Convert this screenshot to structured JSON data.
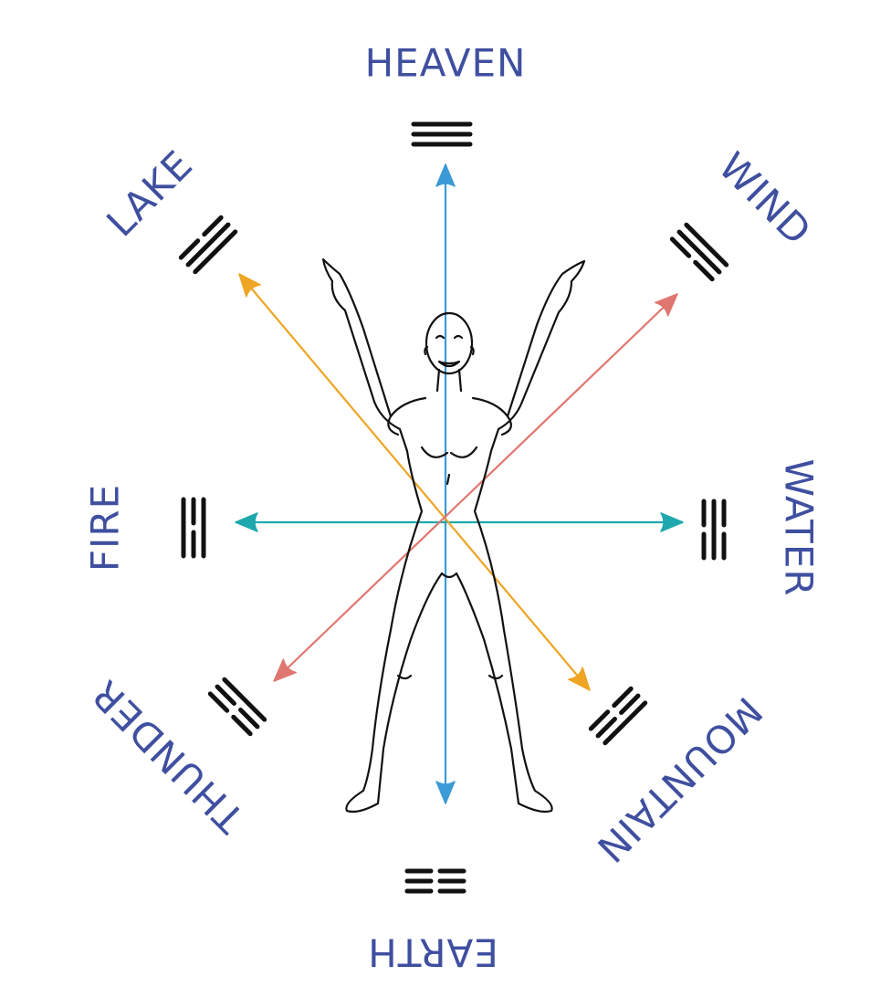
{
  "colors": {
    "label": "#3f4fa0",
    "trigram": "#111111",
    "axis_heaven_earth": "#3b9bd6",
    "axis_fire_water": "#1fa8ad",
    "axis_lake_mountain": "#eea523",
    "axis_wind_thunder": "#e07670",
    "figure": "#111111"
  },
  "trigrams": [
    {
      "key": "heaven",
      "label": "HEAVEN",
      "lines": [
        "solid",
        "solid",
        "solid"
      ]
    },
    {
      "key": "wind",
      "label": "WIND",
      "lines": [
        "solid",
        "solid",
        "broken"
      ]
    },
    {
      "key": "water",
      "label": "WATER",
      "lines": [
        "broken",
        "solid",
        "broken"
      ]
    },
    {
      "key": "mountain",
      "label": "MOUNTAIN",
      "lines": [
        "solid",
        "broken",
        "broken"
      ]
    },
    {
      "key": "earth",
      "label": "EARTH",
      "lines": [
        "broken",
        "broken",
        "broken"
      ]
    },
    {
      "key": "thunder",
      "label": "THUNDER",
      "lines": [
        "broken",
        "broken",
        "solid"
      ]
    },
    {
      "key": "fire",
      "label": "FIRE",
      "lines": [
        "solid",
        "broken",
        "solid"
      ]
    },
    {
      "key": "lake",
      "label": "LAKE",
      "lines": [
        "broken",
        "solid",
        "solid"
      ]
    }
  ],
  "axes": [
    {
      "key": "heaven-earth",
      "from": "earth",
      "to": "heaven",
      "color_key": "axis_heaven_earth"
    },
    {
      "key": "fire-water",
      "from": "fire",
      "to": "water",
      "color_key": "axis_fire_water"
    },
    {
      "key": "lake-mountain",
      "from": "lake",
      "to": "mountain",
      "color_key": "axis_lake_mountain"
    },
    {
      "key": "thunder-wind",
      "from": "thunder",
      "to": "wind",
      "color_key": "axis_wind_thunder"
    }
  ]
}
